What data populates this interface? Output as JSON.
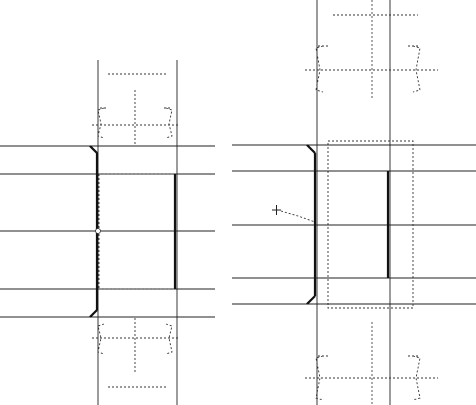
{
  "figure": {
    "views": [
      {
        "id": "left-view",
        "description_type": "cad-sketch"
      },
      {
        "id": "right-view",
        "description_type": "cad-sketch"
      }
    ],
    "colors": {
      "line": "#111111",
      "background": "#ffffff"
    },
    "icons": [
      "cursor-cross-icon",
      "node-circle-icon"
    ]
  }
}
